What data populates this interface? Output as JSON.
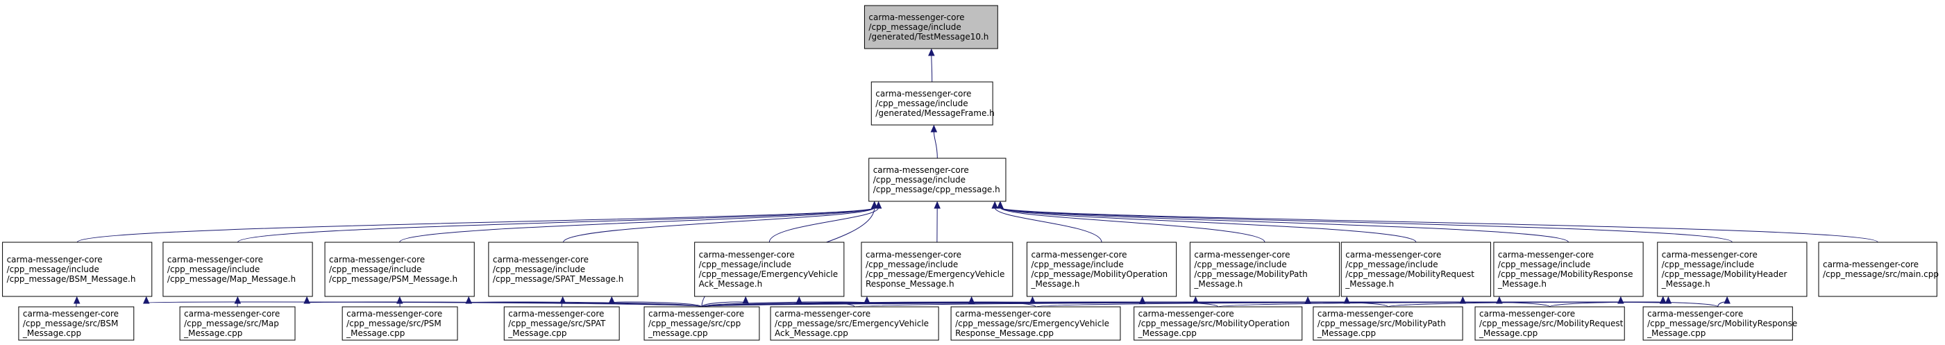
{
  "diagram": {
    "colors": {
      "edge": "#191970",
      "node_fill": "#ffffff",
      "root_fill": "#bfbfbf",
      "border": "#000000"
    },
    "nodes": [
      {
        "id": "testmessage10_h",
        "lines": [
          "carma-messenger-core",
          "/cpp_message/include",
          "/generated/TestMessage10.h"
        ],
        "highlighted": true
      },
      {
        "id": "messageframe_h",
        "lines": [
          "carma-messenger-core",
          "/cpp_message/include",
          "/generated/MessageFrame.h"
        ]
      },
      {
        "id": "cpp_message_h",
        "lines": [
          "carma-messenger-core",
          "/cpp_message/include",
          "/cpp_message/cpp_message.h"
        ]
      },
      {
        "id": "bsm_message_h",
        "lines": [
          "carma-messenger-core",
          "/cpp_message/include",
          "/cpp_message/BSM_Message.h"
        ]
      },
      {
        "id": "map_message_h",
        "lines": [
          "carma-messenger-core",
          "/cpp_message/include",
          "/cpp_message/Map_Message.h"
        ]
      },
      {
        "id": "psm_message_h",
        "lines": [
          "carma-messenger-core",
          "/cpp_message/include",
          "/cpp_message/PSM_Message.h"
        ]
      },
      {
        "id": "spat_message_h",
        "lines": [
          "carma-messenger-core",
          "/cpp_message/include",
          "/cpp_message/SPAT_Message.h"
        ]
      },
      {
        "id": "eva_message_h",
        "lines": [
          "carma-messenger-core",
          "/cpp_message/include",
          "/cpp_message/EmergencyVehicle",
          "Ack_Message.h"
        ]
      },
      {
        "id": "evr_message_h",
        "lines": [
          "carma-messenger-core",
          "/cpp_message/include",
          "/cpp_message/EmergencyVehicle",
          "Response_Message.h"
        ]
      },
      {
        "id": "mop_message_h",
        "lines": [
          "carma-messenger-core",
          "/cpp_message/include",
          "/cpp_message/MobilityOperation",
          "_Message.h"
        ]
      },
      {
        "id": "mpath_message_h",
        "lines": [
          "carma-messenger-core",
          "/cpp_message/include",
          "/cpp_message/MobilityPath",
          "_Message.h"
        ]
      },
      {
        "id": "mreq_message_h",
        "lines": [
          "carma-messenger-core",
          "/cpp_message/include",
          "/cpp_message/MobilityRequest",
          "_Message.h"
        ]
      },
      {
        "id": "mresp_message_h",
        "lines": [
          "carma-messenger-core",
          "/cpp_message/include",
          "/cpp_message/MobilityResponse",
          "_Message.h"
        ]
      },
      {
        "id": "mheader_message_h",
        "lines": [
          "carma-messenger-core",
          "/cpp_message/include",
          "/cpp_message/MobilityHeader",
          "_Message.h"
        ]
      },
      {
        "id": "main_cpp",
        "lines": [
          "carma-messenger-core",
          "/cpp_message/src/main.cpp"
        ]
      },
      {
        "id": "bsm_message_cpp",
        "lines": [
          "carma-messenger-core",
          "/cpp_message/src/BSM",
          "_Message.cpp"
        ]
      },
      {
        "id": "map_message_cpp",
        "lines": [
          "carma-messenger-core",
          "/cpp_message/src/Map",
          "_Message.cpp"
        ]
      },
      {
        "id": "psm_message_cpp",
        "lines": [
          "carma-messenger-core",
          "/cpp_message/src/PSM",
          "_Message.cpp"
        ]
      },
      {
        "id": "spat_message_cpp",
        "lines": [
          "carma-messenger-core",
          "/cpp_message/src/SPAT",
          "_Message.cpp"
        ]
      },
      {
        "id": "cpp_message_cpp",
        "lines": [
          "carma-messenger-core",
          "/cpp_message/src/cpp",
          "_message.cpp"
        ]
      },
      {
        "id": "eva_message_cpp",
        "lines": [
          "carma-messenger-core",
          "/cpp_message/src/EmergencyVehicle",
          "Ack_Message.cpp"
        ]
      },
      {
        "id": "evr_message_cpp",
        "lines": [
          "carma-messenger-core",
          "/cpp_message/src/EmergencyVehicle",
          "Response_Message.cpp"
        ]
      },
      {
        "id": "mop_message_cpp",
        "lines": [
          "carma-messenger-core",
          "/cpp_message/src/MobilityOperation",
          "_Message.cpp"
        ]
      },
      {
        "id": "mpath_message_cpp",
        "lines": [
          "carma-messenger-core",
          "/cpp_message/src/MobilityPath",
          "_Message.cpp"
        ]
      },
      {
        "id": "mreq_message_cpp",
        "lines": [
          "carma-messenger-core",
          "/cpp_message/src/MobilityRequest",
          "_Message.cpp"
        ]
      },
      {
        "id": "mresp_message_cpp",
        "lines": [
          "carma-messenger-core",
          "/cpp_message/src/MobilityResponse",
          "_Message.cpp"
        ]
      }
    ],
    "edges": [
      [
        "messageframe_h",
        "testmessage10_h"
      ],
      [
        "cpp_message_h",
        "messageframe_h"
      ],
      [
        "bsm_message_h",
        "cpp_message_h"
      ],
      [
        "map_message_h",
        "cpp_message_h"
      ],
      [
        "psm_message_h",
        "cpp_message_h"
      ],
      [
        "spat_message_h",
        "cpp_message_h"
      ],
      [
        "eva_message_h",
        "cpp_message_h"
      ],
      [
        "evr_message_h",
        "cpp_message_h"
      ],
      [
        "mop_message_h",
        "cpp_message_h"
      ],
      [
        "mpath_message_h",
        "cpp_message_h"
      ],
      [
        "mreq_message_h",
        "cpp_message_h"
      ],
      [
        "mresp_message_h",
        "cpp_message_h"
      ],
      [
        "mheader_message_h",
        "cpp_message_h"
      ],
      [
        "main_cpp",
        "cpp_message_h"
      ],
      [
        "cpp_message_cpp",
        "cpp_message_h"
      ],
      [
        "bsm_message_cpp",
        "bsm_message_h"
      ],
      [
        "cpp_message_cpp",
        "bsm_message_h"
      ],
      [
        "map_message_cpp",
        "map_message_h"
      ],
      [
        "cpp_message_cpp",
        "map_message_h"
      ],
      [
        "psm_message_cpp",
        "psm_message_h"
      ],
      [
        "cpp_message_cpp",
        "psm_message_h"
      ],
      [
        "spat_message_cpp",
        "spat_message_h"
      ],
      [
        "cpp_message_cpp",
        "spat_message_h"
      ],
      [
        "cpp_message_cpp",
        "eva_message_h"
      ],
      [
        "eva_message_cpp",
        "eva_message_h"
      ],
      [
        "cpp_message_cpp",
        "evr_message_h"
      ],
      [
        "evr_message_cpp",
        "evr_message_h"
      ],
      [
        "cpp_message_cpp",
        "mop_message_h"
      ],
      [
        "mop_message_cpp",
        "mop_message_h"
      ],
      [
        "cpp_message_cpp",
        "mpath_message_h"
      ],
      [
        "mpath_message_cpp",
        "mpath_message_h"
      ],
      [
        "cpp_message_cpp",
        "mreq_message_h"
      ],
      [
        "mreq_message_cpp",
        "mreq_message_h"
      ],
      [
        "cpp_message_cpp",
        "mresp_message_h"
      ],
      [
        "mresp_message_cpp",
        "mresp_message_h"
      ],
      [
        "cpp_message_cpp",
        "mheader_message_h"
      ],
      [
        "eva_message_cpp",
        "mheader_message_h"
      ],
      [
        "evr_message_cpp",
        "mheader_message_h"
      ],
      [
        "mop_message_cpp",
        "mheader_message_h"
      ],
      [
        "mpath_message_cpp",
        "mheader_message_h"
      ],
      [
        "mreq_message_cpp",
        "mheader_message_h"
      ],
      [
        "mresp_message_cpp",
        "mheader_message_h"
      ]
    ]
  }
}
